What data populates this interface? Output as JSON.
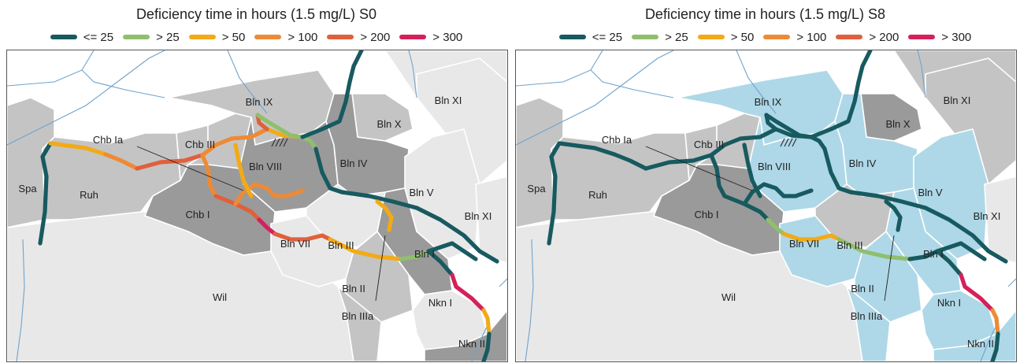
{
  "colors": {
    "le25": "#175a60",
    "gt25": "#8fbf6d",
    "gt50": "#f2aa17",
    "gt100": "#ee8a35",
    "gt200": "#e0603c",
    "gt300": "#d4215a",
    "zone_light": "#e8e8e8",
    "zone_mid": "#c4c4c4",
    "zone_dark": "#9a9a9a",
    "zone_blue": "#aed8e7",
    "river": "#6fa3cd"
  },
  "legend": [
    {
      "label": "<= 25",
      "color_key": "le25"
    },
    {
      "label": "> 25",
      "color_key": "gt25"
    },
    {
      "label": "> 50",
      "color_key": "gt50"
    },
    {
      "label": "> 100",
      "color_key": "gt100"
    },
    {
      "label": "> 200",
      "color_key": "gt200"
    },
    {
      "label": "> 300",
      "color_key": "gt300"
    }
  ],
  "panels": [
    {
      "title": "Deficiency time in hours (1.5 mg/L) S0",
      "zones": {
        "bln_ix": "mid",
        "bln_x": "mid",
        "bln_xi": "light",
        "bln_xi_b": "light",
        "bln_iv": "dark",
        "bln_viii": "dark",
        "chb_iii": "mid",
        "chb_ia": "mid",
        "ruh": "mid",
        "spa": "mid",
        "chb_i": "dark",
        "bln_v": "light",
        "bln_iii": "light",
        "bln_vii": "light",
        "bln_i": "dark",
        "bln_ii": "mid",
        "bln_iiia": "mid",
        "nkn_i": "light",
        "nkn_ii": "dark",
        "wil": "light",
        "top_right": "light"
      },
      "segments": {
        "spandau": "le25",
        "spree_w": "gt50",
        "spree_ruh": "gt100",
        "spree_chb": "gt200",
        "spree_bend": "gt100",
        "spree_viii": "gt50",
        "spree_knick": "gt25",
        "spree_iv": "le25",
        "spree_v": "le25",
        "spree_east": "le25",
        "canal_a": "gt200",
        "canal_b": "gt300",
        "canal_c": "gt200",
        "canal_d": "gt50",
        "canal_e": "gt25",
        "north_canal": "gt200",
        "north_canal_e": "gt25",
        "north_branch": "le25",
        "chb_link": "gt100",
        "teltow_top": "le25",
        "teltow_mid": "gt300",
        "teltow_bot": "gt50",
        "teltow_end": "le25",
        "landwehr": "gt100",
        "bln_iii_link": "gt50",
        "cross_link": "gt50",
        "east_branch": "le25"
      },
      "labels": {
        "bln_ix": "Bln IX",
        "bln_x": "Bln X",
        "bln_xi": "Bln XI",
        "bln_xi_b": "Bln XI",
        "chb_ia": "Chb Ia",
        "chb_iii": "Chb III",
        "bln_viii": "Bln VIII",
        "bln_iv": "Bln IV",
        "spa": "Spa",
        "ruh": "Ruh",
        "bln_v": "Bln V",
        "chb_i": "Chb I",
        "bln_iii": "Bln III",
        "bln_vii": "Bln VII",
        "bln_i": "Bln I",
        "bln_ii": "Bln II",
        "wil": "Wil",
        "bln_iiia": "Bln IIIa",
        "nkn_i": "Nkn I",
        "nkn_ii": "Nkn II"
      }
    },
    {
      "title": "Deficiency time in hours (1.5 mg/L) S8",
      "zones": {
        "bln_ix": "blue",
        "bln_x": "dark",
        "bln_xi": "mid",
        "bln_xi_b": "light",
        "bln_iv": "blue",
        "bln_viii": "blue",
        "chb_iii": "mid",
        "chb_ia": "mid",
        "ruh": "mid",
        "spa": "mid",
        "chb_i": "dark",
        "bln_v": "blue",
        "bln_iii": "mid",
        "bln_vii": "blue",
        "bln_i": "blue",
        "bln_ii": "blue",
        "bln_iiia": "blue",
        "nkn_i": "blue",
        "nkn_ii": "blue",
        "wil": "light",
        "top_right": "mid"
      },
      "segments": {
        "spandau": "le25",
        "spree_w": "le25",
        "spree_ruh": "le25",
        "spree_chb": "le25",
        "spree_bend": "le25",
        "spree_viii": "le25",
        "spree_knick": "le25",
        "spree_iv": "le25",
        "spree_v": "le25",
        "spree_east": "le25",
        "canal_a": "le25",
        "canal_b": "gt25",
        "canal_c": "gt50",
        "canal_d": "gt25",
        "canal_e": "le25",
        "north_canal": "le25",
        "north_canal_e": "le25",
        "north_branch": "le25",
        "chb_link": "le25",
        "teltow_top": "le25",
        "teltow_mid": "gt300",
        "teltow_bot": "gt100",
        "teltow_end": "le25",
        "landwehr": "le25",
        "bln_iii_link": "le25",
        "cross_link": "le25",
        "east_branch": "le25"
      },
      "labels": {
        "bln_ix": "Bln IX",
        "bln_x": "Bln X",
        "bln_xi": "Bln XI",
        "bln_xi_b": "Bln XI",
        "chb_ia": "Chb Ia",
        "chb_iii": "Chb III",
        "bln_viii": "Bln VIII",
        "bln_iv": "Bln IV",
        "spa": "Spa",
        "ruh": "Ruh",
        "bln_v": "Bln V",
        "chb_i": "Chb I",
        "bln_iii": "Bln III",
        "bln_vii": "Bln VII",
        "bln_i": "Bln I",
        "bln_ii": "Bln II",
        "wil": "Wil",
        "bln_iiia": "Bln IIIa",
        "nkn_i": "Nkn I",
        "nkn_ii": "Nkn II"
      }
    }
  ]
}
